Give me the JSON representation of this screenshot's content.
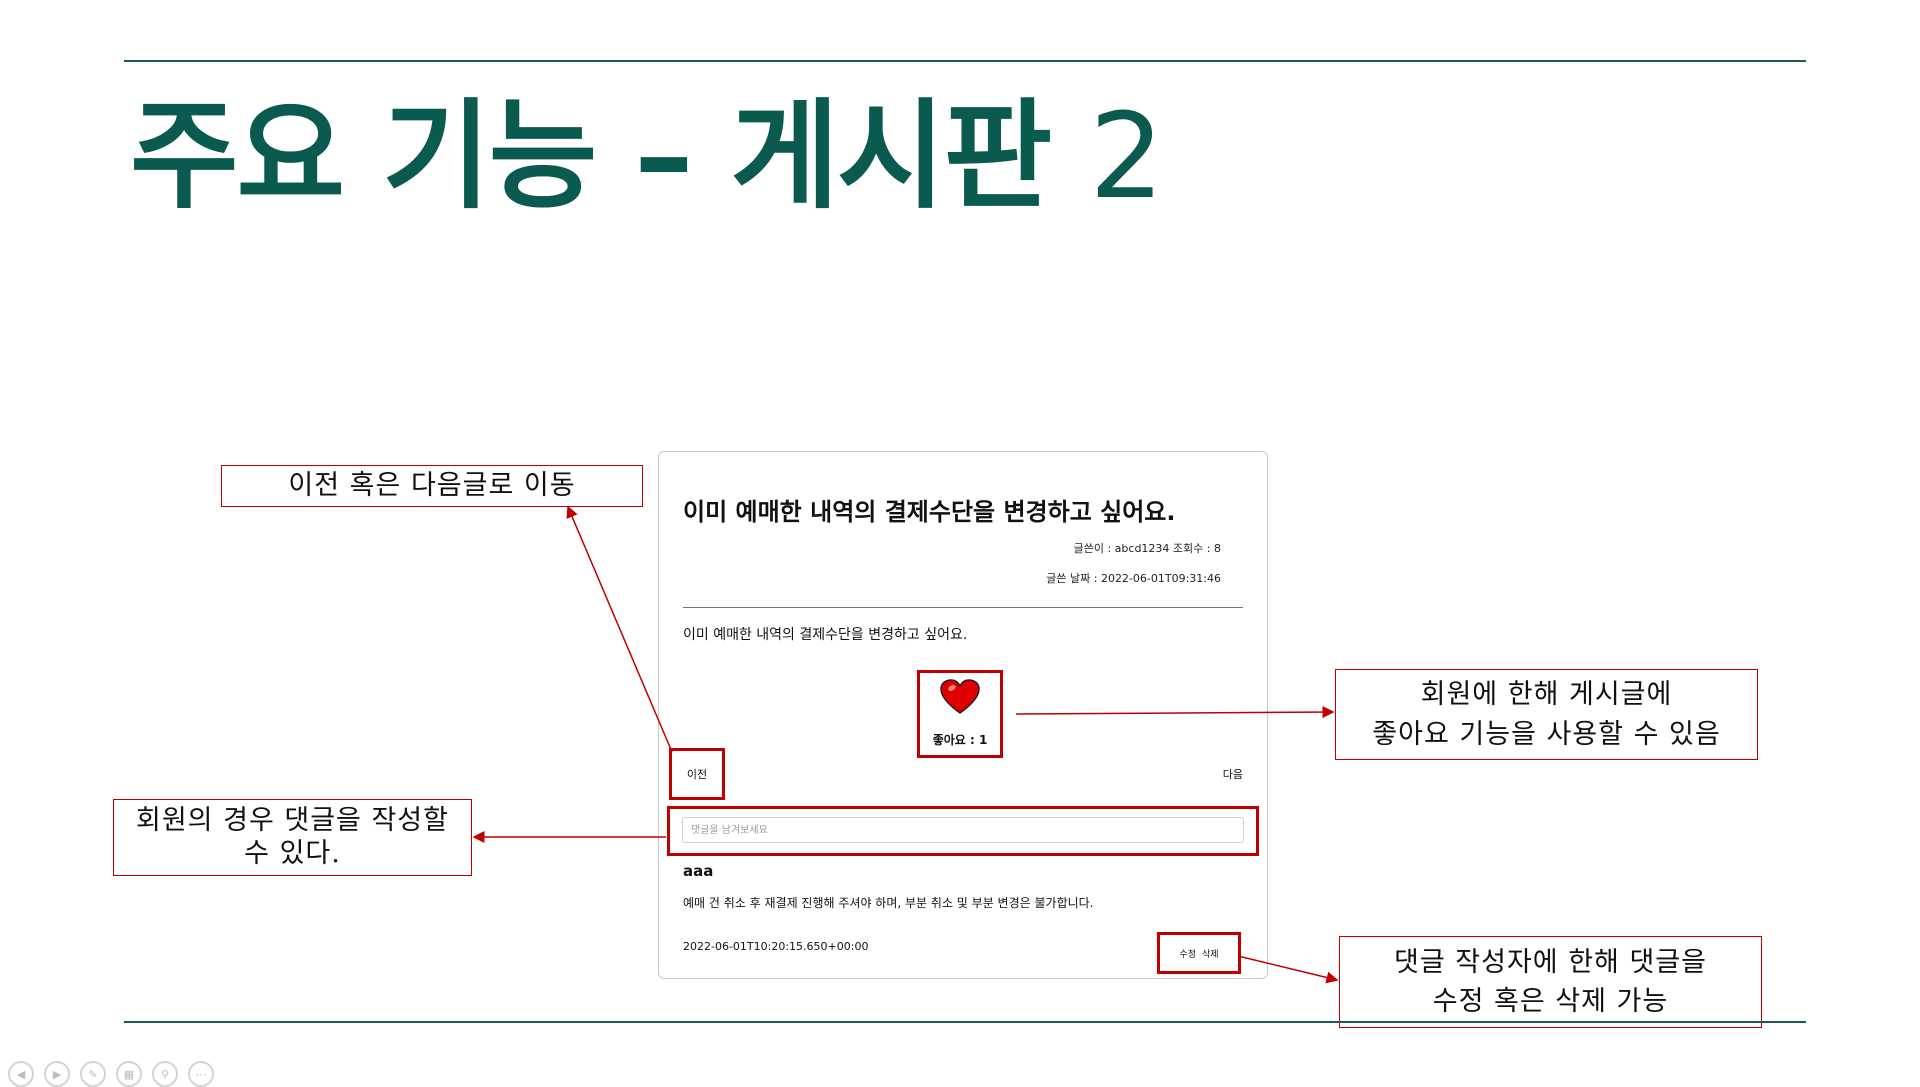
{
  "slide": {
    "title_main": "주요 기능 – 게시판",
    "title_number": "2"
  },
  "post": {
    "title": "이미 예매한 내역의 결제수단을 변경하고 싶어요.",
    "author_line": "글쓴이 : abcd1234  조회수 : 8",
    "date_line": "글쓴 날짜 : 2022-06-01T09:31:46",
    "body": "이미 예매한 내역의 결제수단을 변경하고 싶어요.",
    "like_label": "좋아요 : 1",
    "prev_label": "이전",
    "next_label": "다음",
    "comment_placeholder": "댓글을 남겨보세요",
    "comment": {
      "author": "aaa",
      "text": "예매 건 취소 후 재결제 진행해 주셔야 하며, 부분 취소 및 부분 변경은 불가합니다.",
      "timestamp": "2022-06-01T10:20:15.650+00:00",
      "edit_label": "수정",
      "delete_label": "삭제"
    }
  },
  "callouts": {
    "nav": "이전 혹은 다음글로 이동",
    "like_line1": "회원에 한해 게시글에",
    "like_line2": "좋아요 기능을 사용할 수 있음",
    "comment_line1": "회원의 경우 댓글을 작성할",
    "comment_line2": "수 있다.",
    "edit_line1": "댓글 작성자에 한해 댓글을",
    "edit_line2": "수정 혹은 삭제 가능"
  },
  "colors": {
    "title": "#0b5a4f",
    "rule": "#1e5a55",
    "highlight": "#c00000",
    "heart": "#e00000"
  },
  "controls": [
    "previous-icon",
    "next-icon",
    "pen-icon",
    "slides-icon",
    "zoom-icon",
    "more-icon"
  ]
}
